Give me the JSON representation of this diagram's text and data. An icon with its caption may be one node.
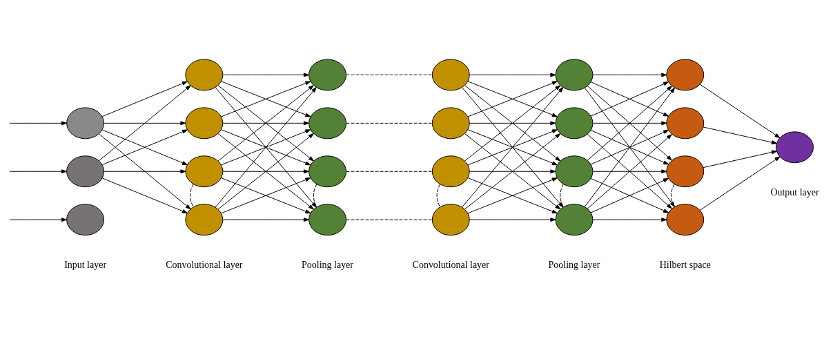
{
  "diagram": {
    "nodes": [
      {
        "text": [],
        "shape": "circle"
      },
      {
        "text": [],
        "shape": "circle"
      },
      {
        "text": [],
        "shape": "circle"
      },
      {
        "text": [],
        "shape": "circle"
      },
      {
        "text": [],
        "shape": "circle"
      },
      {
        "text": [],
        "shape": "circle"
      },
      {
        "text": [],
        "shape": "circle"
      },
      {
        "text": [],
        "shape": "circle"
      },
      {
        "text": [],
        "shape": "circle"
      },
      {
        "text": [],
        "shape": "circle"
      },
      {
        "text": [],
        "shape": "circle"
      },
      {
        "text": [],
        "shape": "circle"
      },
      {
        "text": [],
        "shape": "circle"
      },
      {
        "text": [],
        "shape": "circle"
      },
      {
        "text": [],
        "shape": "circle"
      },
      {
        "text": [],
        "shape": "circle"
      },
      {
        "text": [],
        "shape": "circle"
      },
      {
        "text": [],
        "shape": "circle"
      },
      {
        "text": [],
        "shape": "circle"
      },
      {
        "text": [],
        "shape": "circle"
      },
      {
        "text": [],
        "shape": "circle"
      },
      {
        "text": [],
        "shape": "circle"
      },
      {
        "text": [],
        "shape": "circle"
      },
      {
        "text": [],
        "shape": "circle"
      }
    ],
    "edges": [
      {
        "from": null,
        "to": 0,
        "arrow": "to"
      },
      {
        "from": null,
        "to": 1,
        "arrow": "to"
      },
      {
        "from": null,
        "to": 2,
        "arrow": "to"
      },
      {
        "from": 0,
        "to": 3,
        "arrow": "to"
      },
      {
        "from": 0,
        "to": 4,
        "arrow": "to"
      },
      {
        "from": 0,
        "to": 5,
        "arrow": "to"
      },
      {
        "from": 0,
        "to": 6,
        "arrow": "to"
      },
      {
        "from": 1,
        "to": 3,
        "arrow": "to"
      },
      {
        "from": 1,
        "to": 4,
        "arrow": "to"
      },
      {
        "from": 1,
        "to": 5,
        "arrow": "to"
      },
      {
        "from": 1,
        "to": 6,
        "arrow": "to"
      },
      {
        "from": 3,
        "to": 7,
        "arrow": "to"
      },
      {
        "from": 3,
        "to": 8,
        "arrow": "to"
      },
      {
        "from": 3,
        "to": 9,
        "arrow": "to"
      },
      {
        "from": 3,
        "to": 10,
        "arrow": "to"
      },
      {
        "from": 4,
        "to": 7,
        "arrow": "to"
      },
      {
        "from": 4,
        "to": 8,
        "arrow": "to"
      },
      {
        "from": 4,
        "to": 9,
        "arrow": "to"
      },
      {
        "from": 4,
        "to": 10,
        "arrow": "to"
      },
      {
        "from": 5,
        "to": 7,
        "arrow": "to"
      },
      {
        "from": 5,
        "to": 8,
        "arrow": "to"
      },
      {
        "from": 5,
        "to": 9,
        "arrow": "to"
      },
      {
        "from": 5,
        "to": 10,
        "arrow": "to"
      },
      {
        "from": 6,
        "to": 7,
        "arrow": "to"
      },
      {
        "from": 6,
        "to": 8,
        "arrow": "to"
      },
      {
        "from": 6,
        "to": 9,
        "arrow": "to"
      },
      {
        "from": 6,
        "to": 10,
        "arrow": "to"
      },
      {
        "from": 5,
        "to": 6,
        "arrow": "none",
        "style": "dashed"
      },
      {
        "from": 9,
        "to": 10,
        "arrow": "none",
        "style": "dashed"
      },
      {
        "from": 7,
        "to": 11,
        "arrow": "none",
        "style": "dashed"
      },
      {
        "from": 8,
        "to": 12,
        "arrow": "none",
        "style": "dashed"
      },
      {
        "from": 9,
        "to": 13,
        "arrow": "none",
        "style": "dashed"
      },
      {
        "from": 10,
        "to": 14,
        "arrow": "none",
        "style": "dashed"
      },
      {
        "from": 13,
        "to": 14,
        "arrow": "none",
        "style": "dashed"
      },
      {
        "from": 11,
        "to": 15,
        "arrow": "to"
      },
      {
        "from": 11,
        "to": 16,
        "arrow": "to"
      },
      {
        "from": 11,
        "to": 17,
        "arrow": "to"
      },
      {
        "from": 11,
        "to": 18,
        "arrow": "to"
      },
      {
        "from": 12,
        "to": 15,
        "arrow": "to"
      },
      {
        "from": 12,
        "to": 16,
        "arrow": "to"
      },
      {
        "from": 12,
        "to": 17,
        "arrow": "to"
      },
      {
        "from": 12,
        "to": 18,
        "arrow": "to"
      },
      {
        "from": 13,
        "to": 15,
        "arrow": "to"
      },
      {
        "from": 13,
        "to": 16,
        "arrow": "to"
      },
      {
        "from": 13,
        "to": 17,
        "arrow": "to"
      },
      {
        "from": 13,
        "to": 18,
        "arrow": "to"
      },
      {
        "from": 14,
        "to": 15,
        "arrow": "to"
      },
      {
        "from": 14,
        "to": 16,
        "arrow": "to"
      },
      {
        "from": 14,
        "to": 17,
        "arrow": "to"
      },
      {
        "from": 14,
        "to": 18,
        "arrow": "to"
      },
      {
        "from": 17,
        "to": 18,
        "arrow": "none",
        "style": "dashed"
      },
      {
        "from": 15,
        "to": 19,
        "arrow": "to"
      },
      {
        "from": 15,
        "to": 20,
        "arrow": "to"
      },
      {
        "from": 15,
        "to": 21,
        "arrow": "to"
      },
      {
        "from": 15,
        "to": 22,
        "arrow": "to"
      },
      {
        "from": 16,
        "to": 19,
        "arrow": "to"
      },
      {
        "from": 16,
        "to": 20,
        "arrow": "to"
      },
      {
        "from": 16,
        "to": 21,
        "arrow": "to"
      },
      {
        "from": 16,
        "to": 22,
        "arrow": "to"
      },
      {
        "from": 17,
        "to": 19,
        "arrow": "to"
      },
      {
        "from": 17,
        "to": 20,
        "arrow": "to"
      },
      {
        "from": 17,
        "to": 21,
        "arrow": "to"
      },
      {
        "from": 17,
        "to": 22,
        "arrow": "to"
      },
      {
        "from": 18,
        "to": 19,
        "arrow": "to"
      },
      {
        "from": 18,
        "to": 20,
        "arrow": "to"
      },
      {
        "from": 18,
        "to": 21,
        "arrow": "to"
      },
      {
        "from": 18,
        "to": 22,
        "arrow": "to"
      },
      {
        "from": 21,
        "to": 22,
        "arrow": "none",
        "style": "dashed"
      },
      {
        "from": 19,
        "to": 23,
        "arrow": "to"
      },
      {
        "from": 20,
        "to": 23,
        "arrow": "to"
      },
      {
        "from": 21,
        "to": 23,
        "arrow": "to"
      },
      {
        "from": 22,
        "to": 23,
        "arrow": "to"
      }
    ],
    "labels": [
      "Input layer",
      "Convolutional layer",
      "Pooling layer",
      "Convolutional layer",
      "Pooling layer",
      "Hilbert space",
      "Output layer"
    ]
  }
}
